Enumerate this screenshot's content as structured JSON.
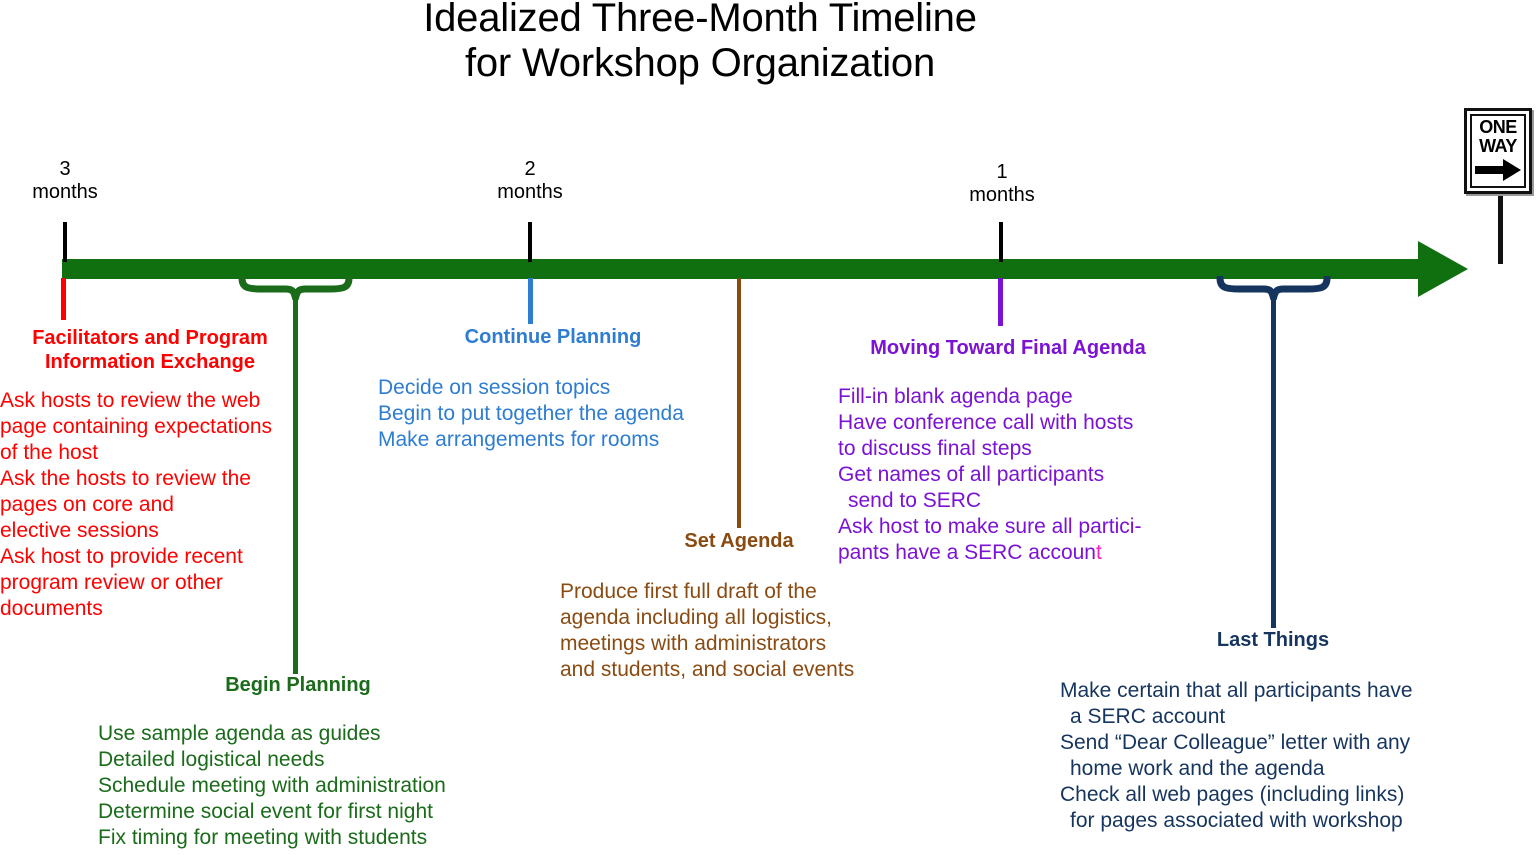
{
  "title": {
    "line1": "Idealized Three-Month Timeline",
    "line2": "for Workshop Organization"
  },
  "axis": {
    "color": "#107010",
    "direction": "right"
  },
  "sign": {
    "line1": "ONE",
    "line2": "WAY",
    "arrow": "right-arrow-icon"
  },
  "ticks": [
    {
      "number": "3",
      "unit": "months"
    },
    {
      "number": "2",
      "unit": "months"
    },
    {
      "number": "1",
      "unit": "months"
    }
  ],
  "blocks": {
    "facilitators": {
      "heading_line1": "Facilitators and Program",
      "heading_line2": "Information Exchange",
      "color": "#FF0000",
      "items": [
        {
          "main": "Ask hosts to review the web",
          "cont": [
            "page containing expectations",
            "of the host"
          ]
        },
        {
          "main": "Ask the hosts to  review the",
          "cont": [
            "pages on core and",
            "elective sessions"
          ]
        },
        {
          "main": "Ask host to provide recent",
          "cont": [
            "program review or other",
            "documents"
          ]
        }
      ]
    },
    "begin_planning": {
      "heading": "Begin Planning",
      "color": "#1A6B1A",
      "items": [
        {
          "main": "Use sample agenda as guides",
          "cont": []
        },
        {
          "main": "Detailed logistical needs",
          "cont": []
        },
        {
          "main": "Schedule meeting with administration",
          "cont": []
        },
        {
          "main": "Determine social event for first night",
          "cont": []
        },
        {
          "main": "Fix timing for meeting with students",
          "cont": []
        }
      ]
    },
    "continue_planning": {
      "heading": "Continue Planning",
      "color": "#2E7DD1",
      "items": [
        {
          "main": "Decide on session topics",
          "cont": []
        },
        {
          "main": "Begin to put together the agenda",
          "cont": []
        },
        {
          "main": "Make arrangements for rooms",
          "cont": []
        }
      ]
    },
    "set_agenda": {
      "heading": "Set Agenda",
      "color": "#8A4B12",
      "items": [
        {
          "main": "Produce first full draft of the",
          "cont": []
        },
        {
          "main": "agenda including all logistics,",
          "cont": []
        },
        {
          "main": "meetings with administrators",
          "cont": []
        },
        {
          "main": "and students, and social events",
          "cont": []
        }
      ]
    },
    "moving_toward_final_agenda": {
      "heading": "Moving Toward Final Agenda",
      "color": "#7B12D4",
      "items": [
        {
          "main": "Fill-in blank agenda page",
          "cont": []
        },
        {
          "main": "Have conference call with hosts",
          "cont": [
            "to discuss final steps"
          ]
        },
        {
          "main": "Get names of all participants",
          "cont": [
            "send to SERC"
          ]
        },
        {
          "main": "Ask host to make sure all partici-",
          "cont": [
            "pants have a SERC accoun"
          ]
        }
      ],
      "trailing_letter": "t",
      "trailing_letter_color": "#FF20C0"
    },
    "last_things": {
      "heading": "Last Things",
      "color": "#16355E",
      "items": [
        {
          "main": "Make certain that all participants have",
          "cont": [
            "a SERC account"
          ]
        },
        {
          "main": "Send “Dear Colleague” letter with any",
          "cont": [
            "home work and the agenda"
          ]
        },
        {
          "main": "Check all web pages (including links)",
          "cont": [
            "for pages associated with workshop"
          ]
        }
      ]
    }
  }
}
